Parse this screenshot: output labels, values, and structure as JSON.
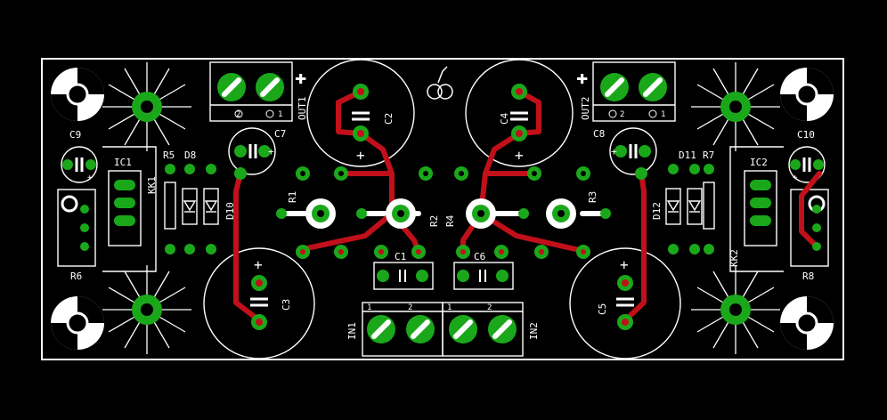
{
  "board": {
    "colors": {
      "background": "#000000",
      "outline": "#ffffff",
      "track": "#c0101a",
      "copper": "#1aa81a",
      "via": "#c0101a"
    },
    "labels": {
      "c1": "C1",
      "c2": "C2",
      "c3": "C3",
      "c4": "C4",
      "c5": "C5",
      "c6": "C6",
      "c7": "C7",
      "c8": "C8",
      "c9": "C9",
      "c10": "C10",
      "r1": "R1",
      "r2": "R2",
      "r3": "R3",
      "r4": "R4",
      "r5": "R5",
      "r6": "R6",
      "r7": "R7",
      "r8": "R8",
      "d8": "D8",
      "d10": "D10",
      "d11": "D11",
      "d12": "D12",
      "ic1": "IC1",
      "ic2": "IC2",
      "kk1": "KK1",
      "kk2": "KK2",
      "out1": "OUT1",
      "out2": "OUT2",
      "in1": "IN1",
      "in2": "IN2",
      "pin1": "1",
      "pin2": "2",
      "plus": "+",
      "plus_big": "✚"
    }
  }
}
